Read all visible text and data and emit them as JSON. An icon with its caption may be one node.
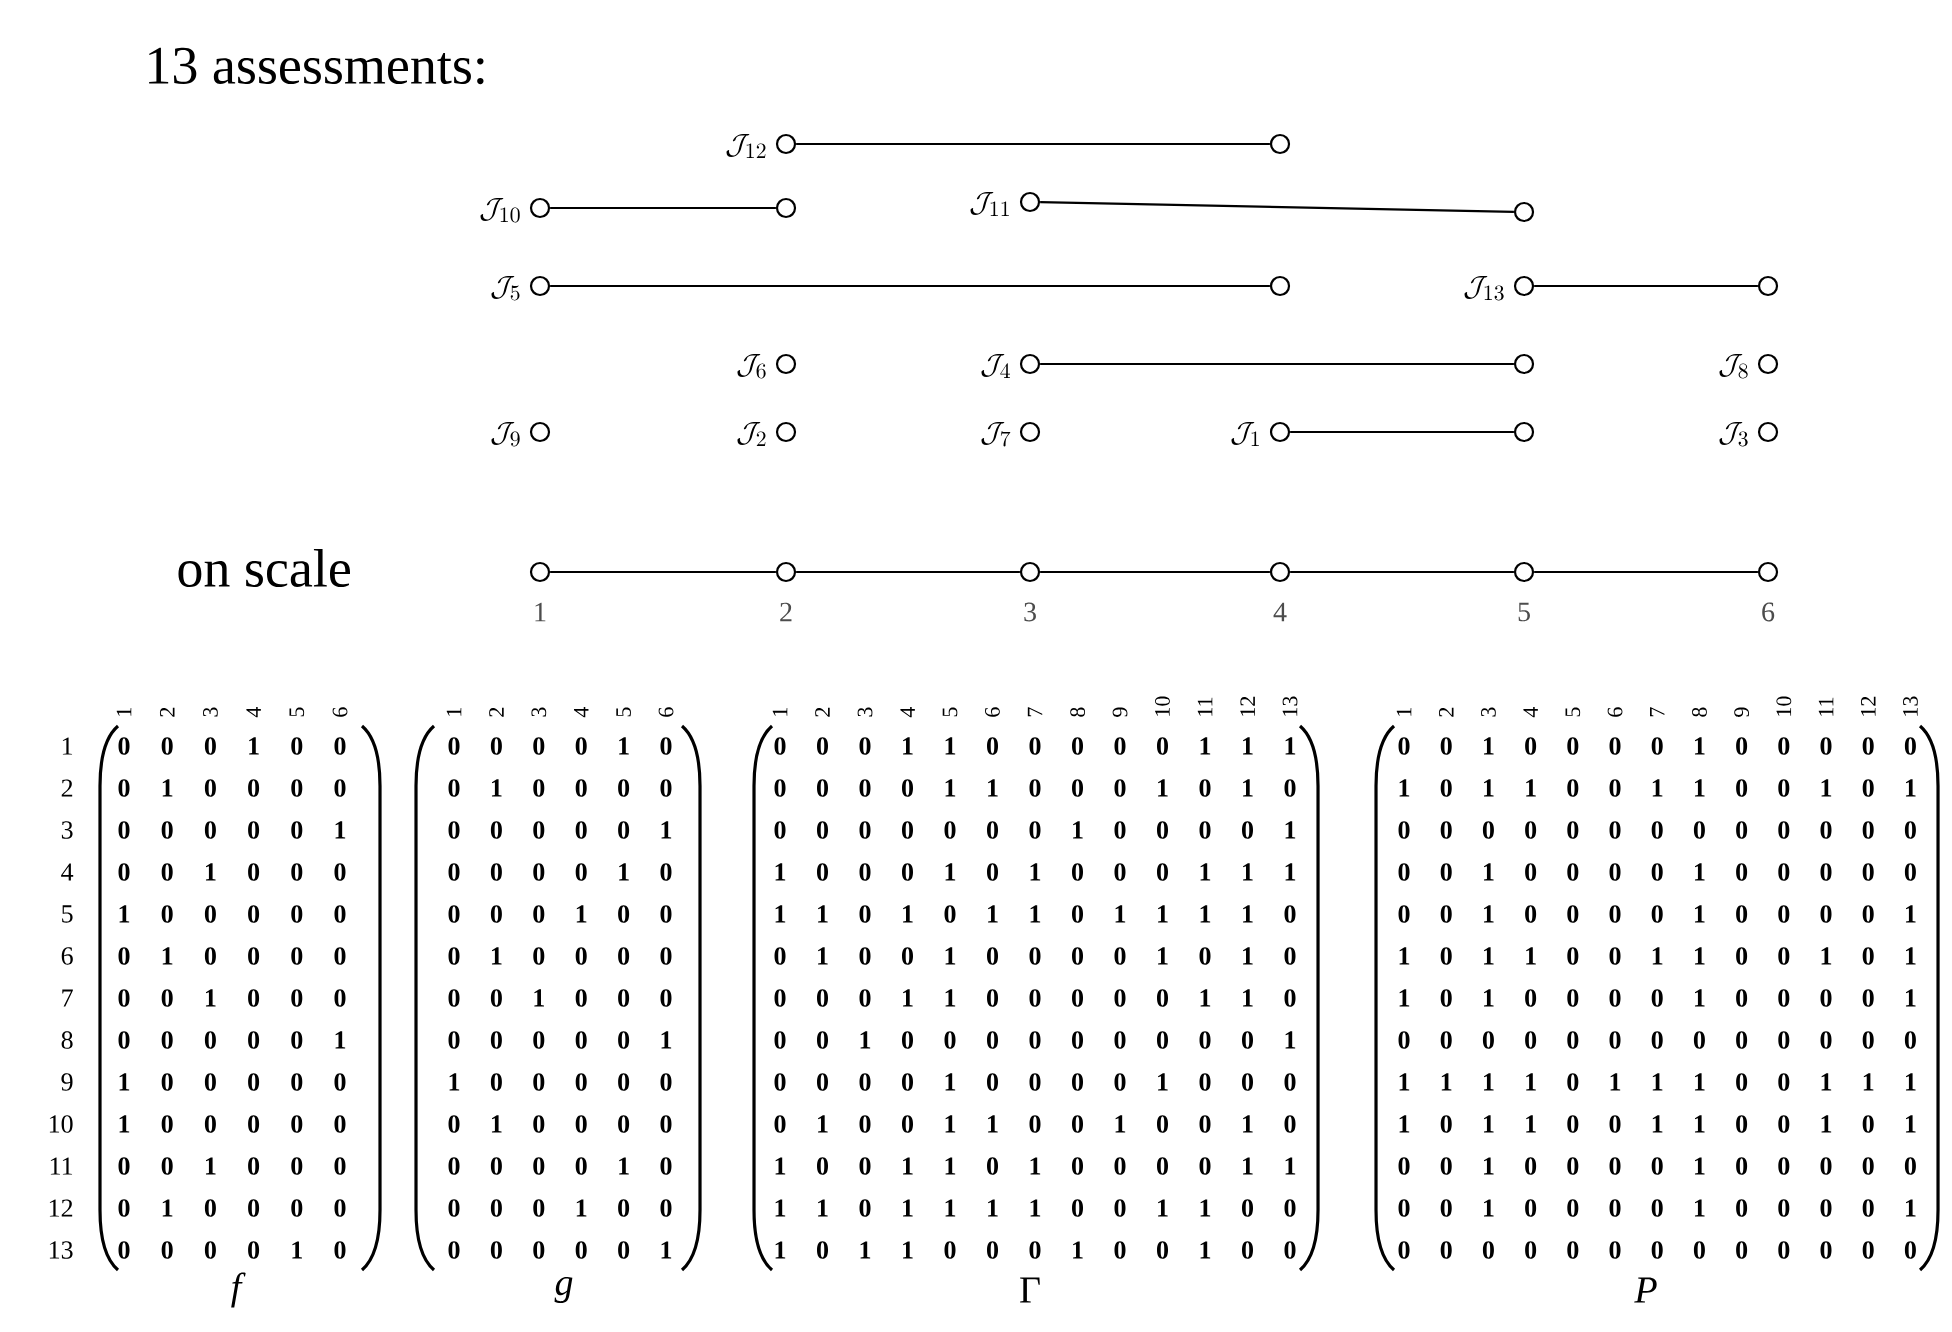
{
  "diagram": {
    "nodes": [
      {
        "text": [
          "\\mathcal{J}_{12}"
        ]
      },
      {
        "text": [],
        "shape": "circle"
      },
      {
        "text": [
          "\\mathcal{J}_{10}"
        ]
      },
      {
        "text": [],
        "shape": "circle"
      },
      {
        "text": [
          "\\mathcal{J}_{11}"
        ]
      },
      {
        "text": [],
        "shape": "circle"
      },
      {
        "text": [
          "\\mathcal{J}_{5}"
        ]
      },
      {
        "text": [],
        "shape": "circle"
      },
      {
        "text": [
          "\\mathcal{J}_{13}"
        ]
      },
      {
        "text": [],
        "shape": "circle"
      },
      {
        "text": [
          "\\mathcal{J}_{6}"
        ]
      },
      {
        "text": [
          "\\mathcal{J}_{4}"
        ]
      },
      {
        "text": [],
        "shape": "circle"
      },
      {
        "text": [
          "\\mathcal{J}_{8}"
        ]
      },
      {
        "text": [
          "\\mathcal{J}_{9}"
        ]
      },
      {
        "text": [
          "\\mathcal{J}_{2}"
        ]
      },
      {
        "text": [
          "\\mathcal{J}_{7}"
        ]
      },
      {
        "text": [
          "\\mathcal{J}_{1}"
        ]
      },
      {
        "text": [],
        "shape": "circle"
      },
      {
        "text": [
          "\\mathcal{J}_{3}"
        ]
      },
      {
        "text": [],
        "shape": "circle",
        "beside": [
          "1"
        ]
      },
      {
        "text": [],
        "shape": "circle",
        "beside": [
          "2"
        ]
      },
      {
        "text": [],
        "shape": "circle",
        "beside": [
          "3"
        ]
      },
      {
        "text": [],
        "shape": "circle",
        "beside": [
          "4"
        ]
      },
      {
        "text": [],
        "shape": "circle",
        "beside": [
          "5"
        ]
      },
      {
        "text": [],
        "shape": "circle",
        "beside": [
          "6"
        ]
      }
    ],
    "edges": [
      {
        "from": 0,
        "to": 1,
        "arrow": "none"
      },
      {
        "from": 2,
        "to": 3,
        "arrow": "none"
      },
      {
        "from": 4,
        "to": 5,
        "arrow": "none"
      },
      {
        "from": 6,
        "to": 7,
        "arrow": "none"
      },
      {
        "from": 8,
        "to": 9,
        "arrow": "none"
      },
      {
        "from": 11,
        "to": 12,
        "arrow": "none"
      },
      {
        "from": 17,
        "to": 18,
        "arrow": "none"
      },
      {
        "from": 20,
        "to": 21,
        "arrow": "none"
      },
      {
        "from": 21,
        "to": 22,
        "arrow": "none"
      },
      {
        "from": 22,
        "to": 23,
        "arrow": "none"
      },
      {
        "from": 23,
        "to": 24,
        "arrow": "none"
      },
      {
        "from": 24,
        "to": 25,
        "arrow": "none"
      }
    ],
    "labels": [
      "13 assessments:",
      "on scale",
      "1",
      "2",
      "3",
      "4",
      "5",
      "6",
      "1",
      "2",
      "3",
      "4",
      "5",
      "6",
      "7",
      "8",
      "9",
      "10",
      "11",
      "12",
      "13",
      "0 0 0 1 0 0",
      "0 1 0 0 0 0",
      "0 0 0 0 0 1",
      "0 0 1 0 0 0",
      "1 0 0 0 0 0",
      "0 1 0 0 0 0",
      "0 0 1 0 0 0",
      "0 0 0 0 0 1",
      "1 0 0 0 0 0",
      "1 0 0 0 0 0",
      "0 0 1 0 0 0",
      "0 1 0 0 0 0",
      "0 0 0 0 1 0",
      "f",
      "1",
      "2",
      "3",
      "4",
      "5",
      "6",
      "0 0 0 0 1 0",
      "0 1 0 0 0 0",
      "0 0 0 0 0 1",
      "0 0 0 0 1 0",
      "0 0 0 1 0 0",
      "0 1 0 0 0 0",
      "0 0 1 0 0 0",
      "0 0 0 0 0 1",
      "1 0 0 0 0 0",
      "0 1 0 0 0 0",
      "0 0 0 0 1 0",
      "0 0 0 1 0 0",
      "0 0 0 0 0 1",
      "g",
      "1",
      "2",
      "3",
      "4",
      "5",
      "6",
      "7",
      "8",
      "9",
      "10",
      "11",
      "12",
      "13",
      "0 0 0 1 1 0 0 0 0 0 1 1 1",
      "0 0 0 0 1 1 0 0 0 1 0 1 0",
      "0 0 0 0 0 0 0 1 0 0 0 0 1",
      "1 0 0 0 1 0 1 0 0 0 1 1 1",
      "1 1 0 1 0 1 1 0 1 1 1 1 0",
      "0 1 0 0 1 0 0 0 0 1 0 1 0",
      "0 0 0 1 1 0 0 0 0 0 1 1 0",
      "0 0 1 0 0 0 0 0 0 0 0 0 1",
      "0 0 0 0 1 0 0 0 0 1 0 0 0",
      "0 1 0 0 1 1 0 0 1 0 0 1 0",
      "1 0 0 1 1 0 1 0 0 0 0 1 1",
      "1 1 0 1 1 1 1 0 0 1 1 0 0",
      "1 0 1 1 0 0 0 1 0 0 1 0 0",
      "Γ",
      "1",
      "2",
      "3",
      "4",
      "5",
      "6",
      "7",
      "8",
      "9",
      "10",
      "11",
      "12",
      "13",
      "0 0 1 0 0 0 0 1 0 0 0 0 0",
      "1 0 1 1 0 0 1 1 0 0 1 0 1",
      "0 0 0 0 0 0 0 0 0 0 0 0 0",
      "0 0 1 0 0 0 0 1 0 0 0 0 0",
      "0 0 1 0 0 0 0 1 0 0 0 0 1",
      "1 0 1 1 0 0 1 1 0 0 1 0 1",
      "1 0 1 0 0 0 0 1 0 0 0 0 1",
      "0 0 0 0 0 0 0 0 0 0 0 0 0",
      "1 1 1 1 0 1 1 1 0 0 1 1 1",
      "1 0 1 1 0 0 1 1 0 0 1 0 1",
      "0 0 1 0 0 0 0 1 0 0 0 0 0",
      "0 0 1 0 0 0 0 1 0 0 0 0 1",
      "0 0 0 0 0 0 0 0 0 0 0 0 0",
      "P"
    ]
  }
}
